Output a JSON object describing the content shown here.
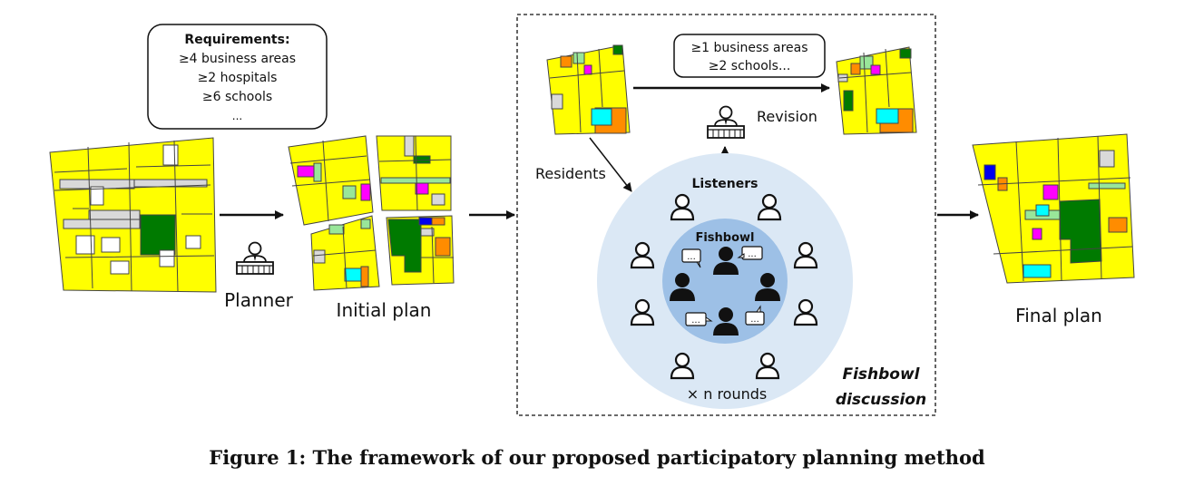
{
  "requirements": {
    "title": "Requirements:",
    "lines": [
      "≥4 business areas",
      "≥2 hospitals",
      "≥6 schools",
      "..."
    ]
  },
  "labels": {
    "planner": "Planner",
    "initial_plan": "Initial plan",
    "final_plan": "Final plan",
    "residents": "Residents",
    "revision": "Revision",
    "listeners": "Listeners",
    "fishbowl": "Fishbowl",
    "rounds": "× n rounds",
    "fishbowl_discussion_1": "Fishbowl",
    "fishbowl_discussion_2": "discussion"
  },
  "revision_box": {
    "lines": [
      "≥1 business areas",
      "≥2 schools..."
    ]
  },
  "speech_bubble_text": "...",
  "caption": "Figure 1: The framework of our proposed participatory planning method",
  "colors": {
    "residential": "#ffff00",
    "green_space": "#007a00",
    "light_green": "#99e699",
    "business": "#ff00ff",
    "school": "#00ffff",
    "hospital": "#ff8c00",
    "blue_block": "#0000ee",
    "gray_road": "#d9d9d9",
    "outer_circle": "#dbe8f5",
    "inner_circle": "#9dc0e6"
  }
}
